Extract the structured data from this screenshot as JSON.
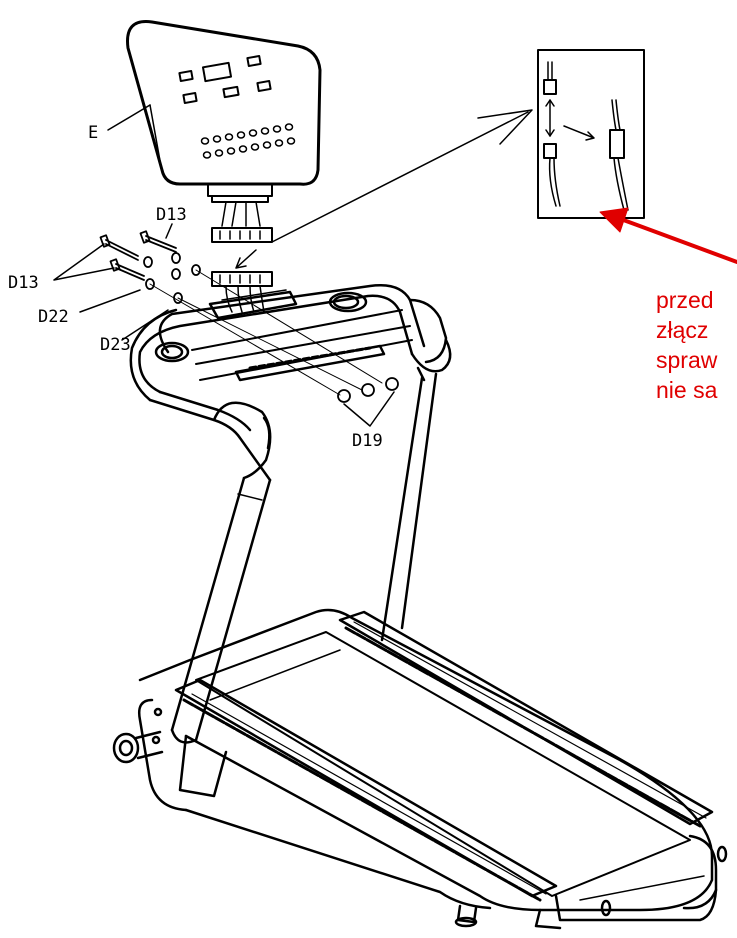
{
  "labels": {
    "console": "E",
    "bolt_upper": "D13",
    "bolt_lower": "D13",
    "washer_spring": "D22",
    "washer_flat": "D23",
    "nuts": "D19"
  },
  "note": {
    "lines": [
      "przed",
      "złącz",
      "spraw",
      "nie sa"
    ]
  },
  "colors": {
    "line": "#000000",
    "note_text": "#e00000",
    "arrow": "#e00000"
  }
}
